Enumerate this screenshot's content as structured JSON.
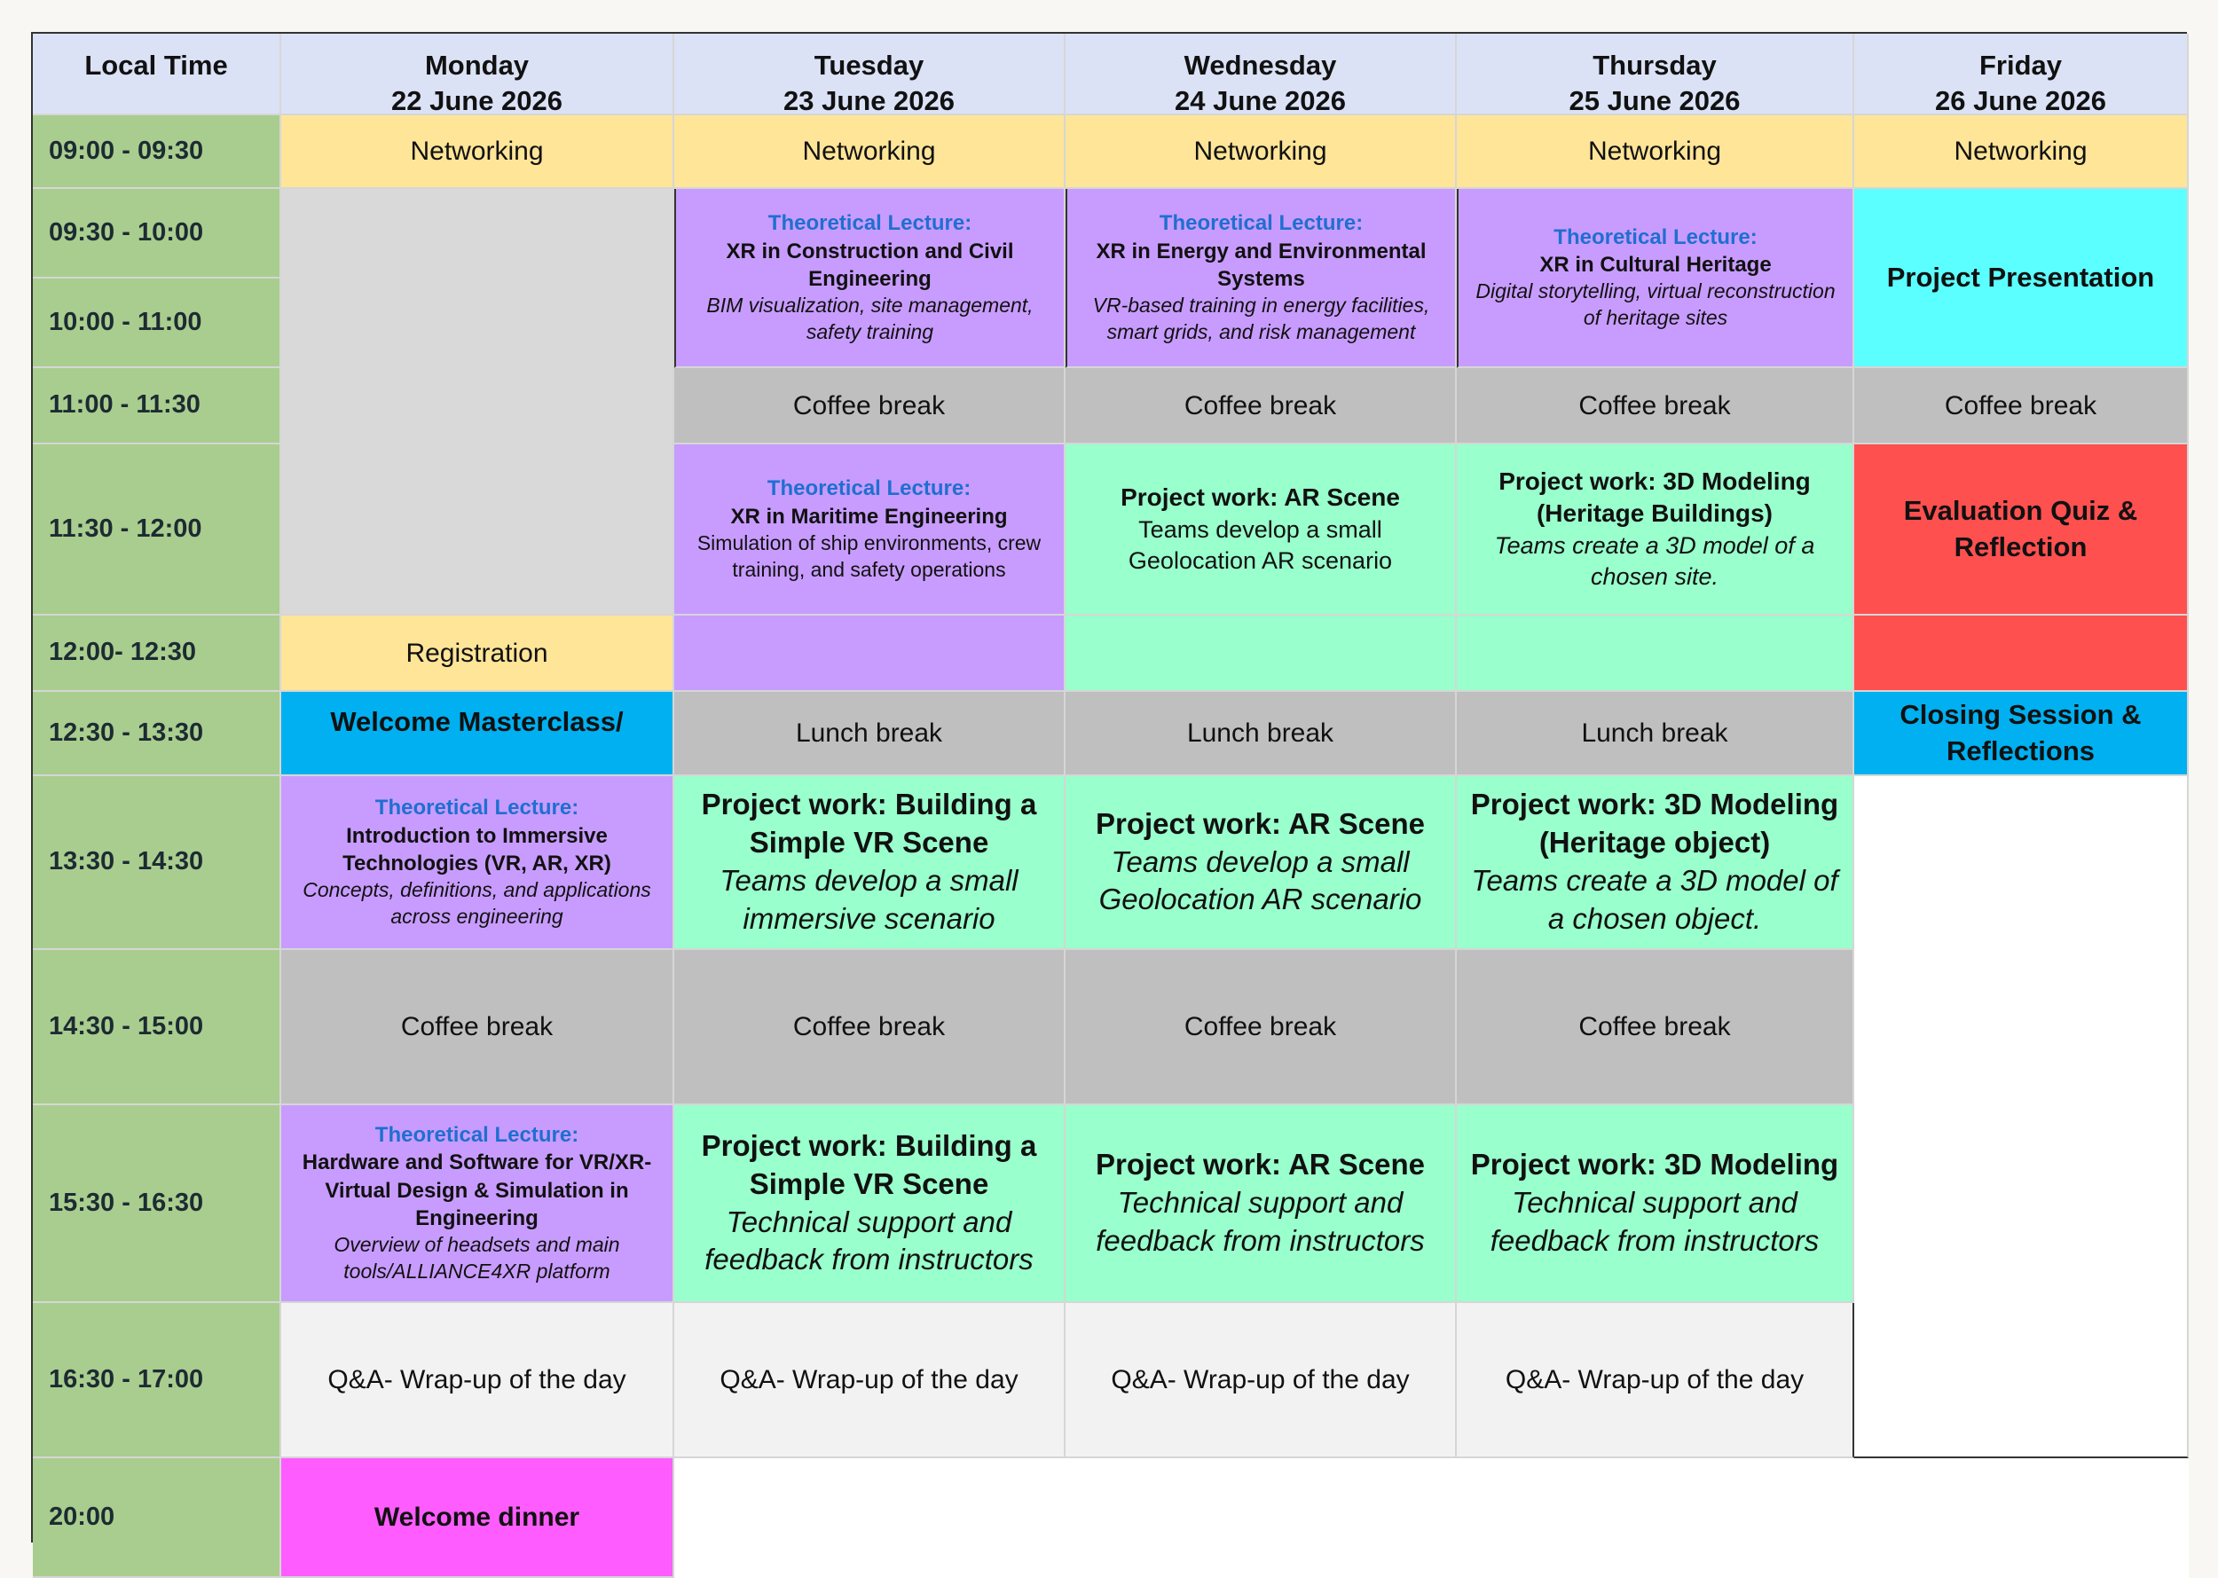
{
  "header": {
    "time": "Local Time",
    "days": [
      {
        "name": "Monday",
        "date": "22 June 2026"
      },
      {
        "name": "Tuesday",
        "date": "23 June 2026"
      },
      {
        "name": "Wednesday",
        "date": "24 June 2026"
      },
      {
        "name": "Thursday",
        "date": "25 June 2026"
      },
      {
        "name": "Friday",
        "date": "26 June 2026"
      }
    ]
  },
  "times": [
    "09:00 - 09:30",
    "09:30 - 10:00",
    "10:00 - 11:00",
    "11:00 - 11:30",
    "11:30 - 12:00",
    "12:00- 12:30",
    "12:30 - 13:30",
    "13:30 - 14:30",
    "14:30 - 15:00",
    "15:30 - 16:30",
    "16:30 - 17:00",
    "20:00"
  ],
  "common": {
    "networking": "Networking",
    "coffee": "Coffee break",
    "lunch": "Lunch break",
    "qa": "Q&A- Wrap-up of the day",
    "lecture_label": "Theoretical Lecture:"
  },
  "mon": {
    "registration": "Registration",
    "welcome": "Welcome Masterclass/",
    "l1_title": "Introduction to Immersive Technologies (VR, AR, XR)",
    "l1_desc": "Concepts, definitions, and applications across engineering",
    "l2_title": "Hardware and Software for VR/XR- Virtual Design & Simulation in Engineering",
    "l2_desc": "Overview of headsets and main tools/ALLIANCE4XR platform",
    "dinner": "Welcome dinner"
  },
  "tue": {
    "l1_title": "XR in Construction and Civil Engineering",
    "l1_desc": "BIM visualization, site management, safety training",
    "l2_title": "XR in Maritime Engineering",
    "l2_desc": "Simulation of ship environments, crew training, and safety operations",
    "p1_title": "Project work: Building a Simple VR Scene",
    "p1_desc": "Teams develop a small immersive scenario",
    "p2_title": "Project work: Building a Simple VR Scene",
    "p2_desc": "Technical support and feedback from instructors"
  },
  "wed": {
    "l1_title": "XR in Energy and Environmental Systems",
    "l1_desc": "VR-based training in energy facilities, smart grids, and risk management",
    "p0_title": "Project work: AR Scene",
    "p0_desc": "Teams develop a small Geolocation AR scenario",
    "p1_title": "Project work: AR Scene",
    "p1_desc": "Teams develop a small Geolocation AR scenario",
    "p2_title": "Project work: AR Scene",
    "p2_desc": "Technical support and feedback from instructors"
  },
  "thu": {
    "l1_title": "XR in Cultural Heritage",
    "l1_desc": "Digital storytelling, virtual reconstruction of heritage sites",
    "p0_title": "Project work: 3D Modeling (Heritage Buildings)",
    "p0_desc": "Teams create a 3D model of a chosen site.",
    "p1_title": "Project work: 3D Modeling (Heritage object)",
    "p1_desc": "Teams create a 3D model of a chosen object.",
    "p2_title": "Project work: 3D Modeling",
    "p2_desc": "Technical support and feedback from instructors"
  },
  "fri": {
    "presentation": "Project Presentation",
    "quiz": "Evaluation Quiz & Reflection",
    "closing": "Closing Session & Reflections"
  },
  "colors": {
    "time_column": "#a9cd8e",
    "header": "#dbe2f6",
    "networking": "#ffe598",
    "lecture": "#c89cff",
    "project": "#99ffcc",
    "break": "#bfbfbf",
    "presentation": "#5cffff",
    "quiz": "#ff5050",
    "welcome": "#00b0f0",
    "dinner": "#ff5cff",
    "lecture_label": "#1f6fd1"
  }
}
